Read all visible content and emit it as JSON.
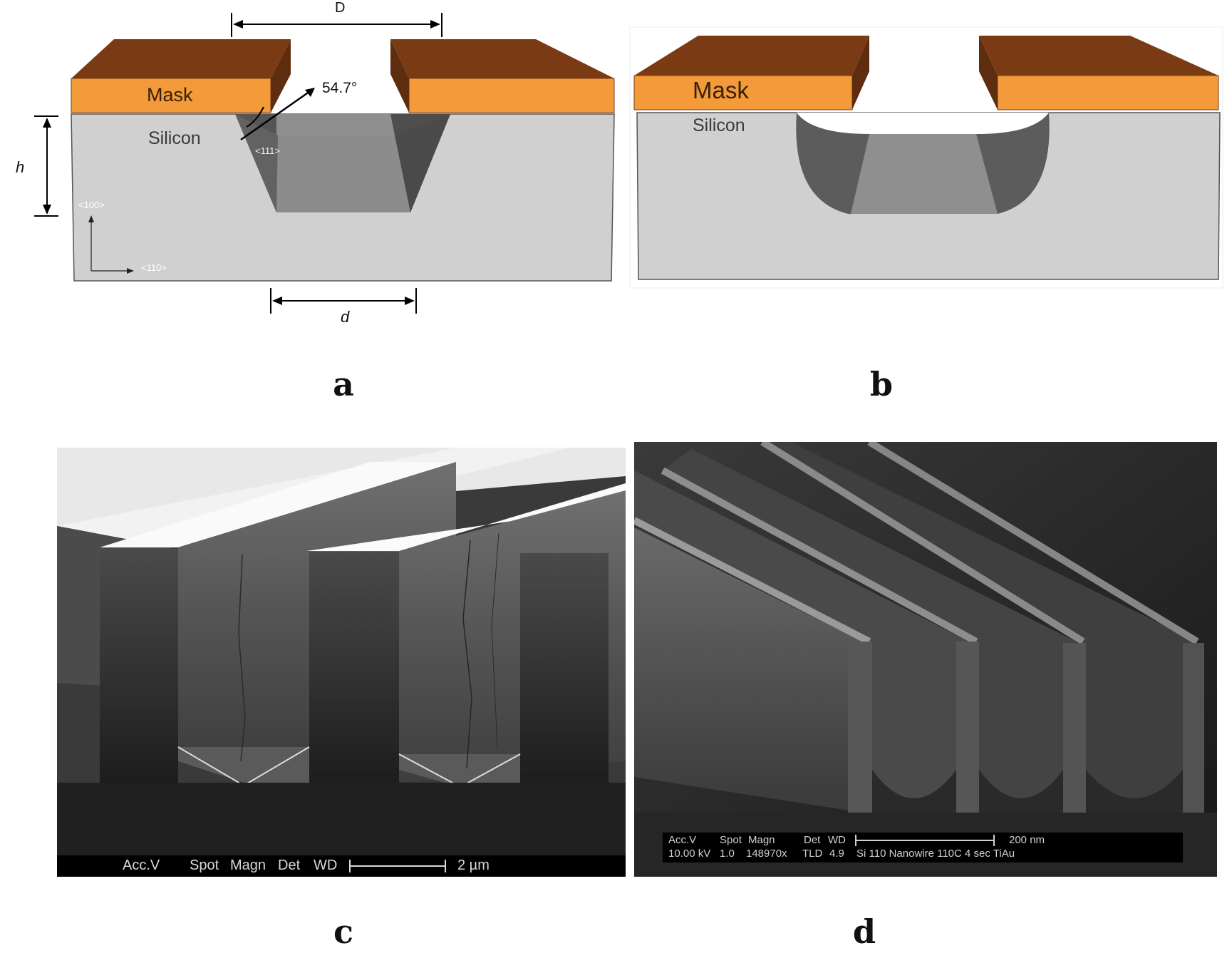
{
  "panels": {
    "a": {
      "letter": "a",
      "dim_top": "D",
      "dim_bottom": "d",
      "dim_side": "h",
      "angle": "54.7°",
      "mask_label": "Mask",
      "substrate_label": "Silicon",
      "plane_111": "<111>",
      "axis_100": "<100>",
      "axis_110": "<110>",
      "colors": {
        "mask_top": "#7a3b14",
        "mask_front": "#f39a3a",
        "silicon": "#d0d0d0",
        "wall": "#5a5a5a",
        "floor": "#8e8e8e"
      }
    },
    "b": {
      "letter": "b",
      "mask_label": "Mask",
      "substrate_label": "Silicon"
    },
    "c": {
      "letter": "c",
      "sem": {
        "acc": "Acc.V",
        "spot": "Spot",
        "magn": "Magn",
        "det": "Det",
        "wd": "WD",
        "scale": "2 µm"
      }
    },
    "d": {
      "letter": "d",
      "sem": {
        "header": [
          "Acc.V",
          "Spot",
          "Magn",
          "Det",
          "WD"
        ],
        "values": [
          "10.00 kV",
          "1.0",
          "148970x",
          "TLD",
          "4.9"
        ],
        "scale": "200 nm",
        "sample": "Si 110 Nanowire 110C 4 sec TiAu"
      }
    }
  }
}
